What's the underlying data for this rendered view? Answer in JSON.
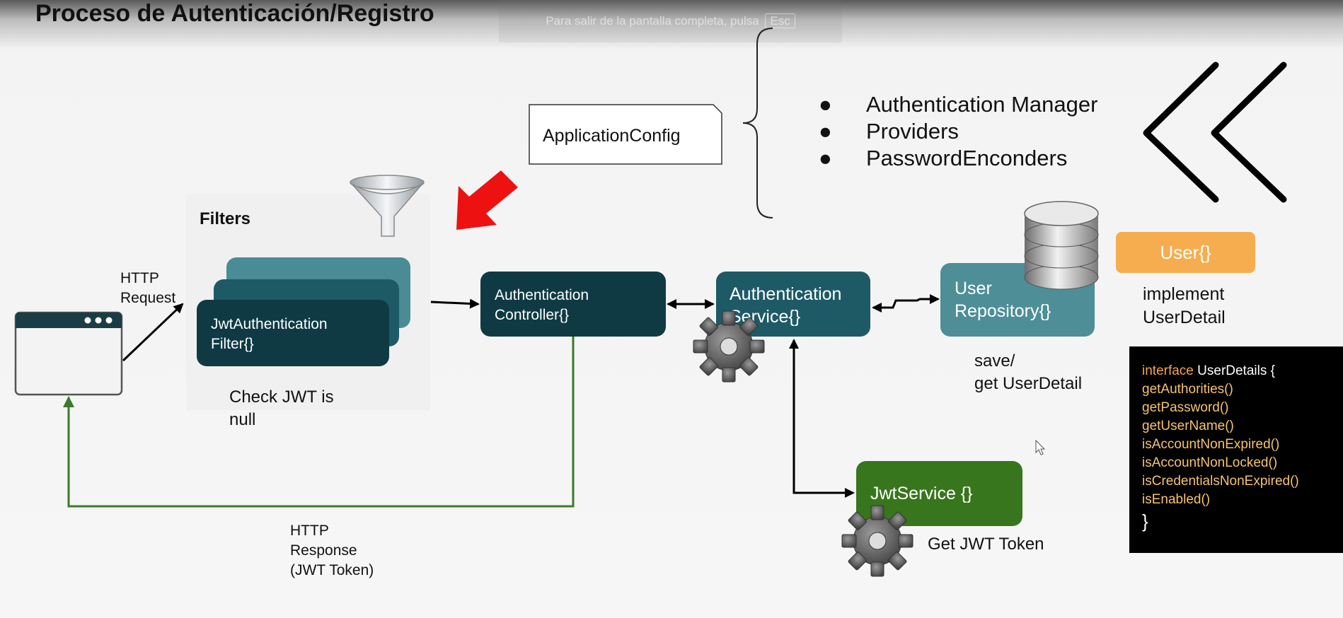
{
  "title": "Proceso de Autenticación/Registro",
  "fullscreen_hint": {
    "text": "Para salir de la pantalla completa, pulsa",
    "key": "Esc"
  },
  "filters": {
    "title": "Filters",
    "filter_label": "JwtAuthentication\nFilter{}",
    "check_label": "Check JWT is\nnull"
  },
  "http_request": "HTTP\nRequest",
  "http_response": "HTTP\nResponse\n(JWT Token)",
  "auth_controller": "Authentication\nController{}",
  "auth_service": "Authentication\nService{}",
  "user_repository": "User\nRepository{}",
  "save_get": "save/\nget UserDetail",
  "user_box": "User{}",
  "implement": "implement\nUserDetail",
  "jwt_service": "JwtService {}",
  "get_jwt": "Get JWT Token",
  "application_config": "ApplicationConfig",
  "bullets": [
    "Authentication Manager",
    "Providers",
    "PasswordEnconders"
  ],
  "code": {
    "keyword": "interface",
    "name": "UserDetails {",
    "methods": [
      "getAuthorities()",
      "getPassword()",
      "getUserName()",
      "isAccountNonExpired()",
      "isAccountNonLocked()",
      "isCredentialsNonExpired()",
      "isEnabled()"
    ],
    "close": "}"
  },
  "colors": {
    "dark_teal": "#0f3a44",
    "mid_teal": "#1e5a66",
    "light_teal": "#4a8c96",
    "repo_teal": "#4e8e97",
    "green": "#38761d",
    "arrow_green": "#3b7a2a",
    "orange": "#f6ad4f",
    "red": "#ee1111"
  }
}
